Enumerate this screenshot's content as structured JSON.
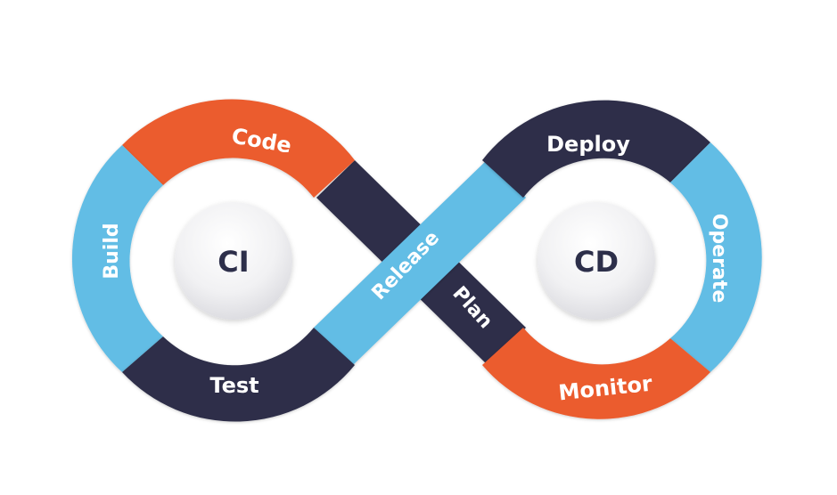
{
  "diagram": {
    "left_loop_label": "CI",
    "right_loop_label": "CD",
    "stages": {
      "code": "Code",
      "build": "Build",
      "test": "Test",
      "release": "Release",
      "plan": "Plan",
      "deploy": "Deploy",
      "operate": "Operate",
      "monitor": "Monitor"
    }
  },
  "colors": {
    "orange": "#EB5B2E",
    "blue": "#62BDE5",
    "navy": "#2D2F4A",
    "label_light": "#ffffff",
    "label_dark": "#2D2F4A"
  }
}
